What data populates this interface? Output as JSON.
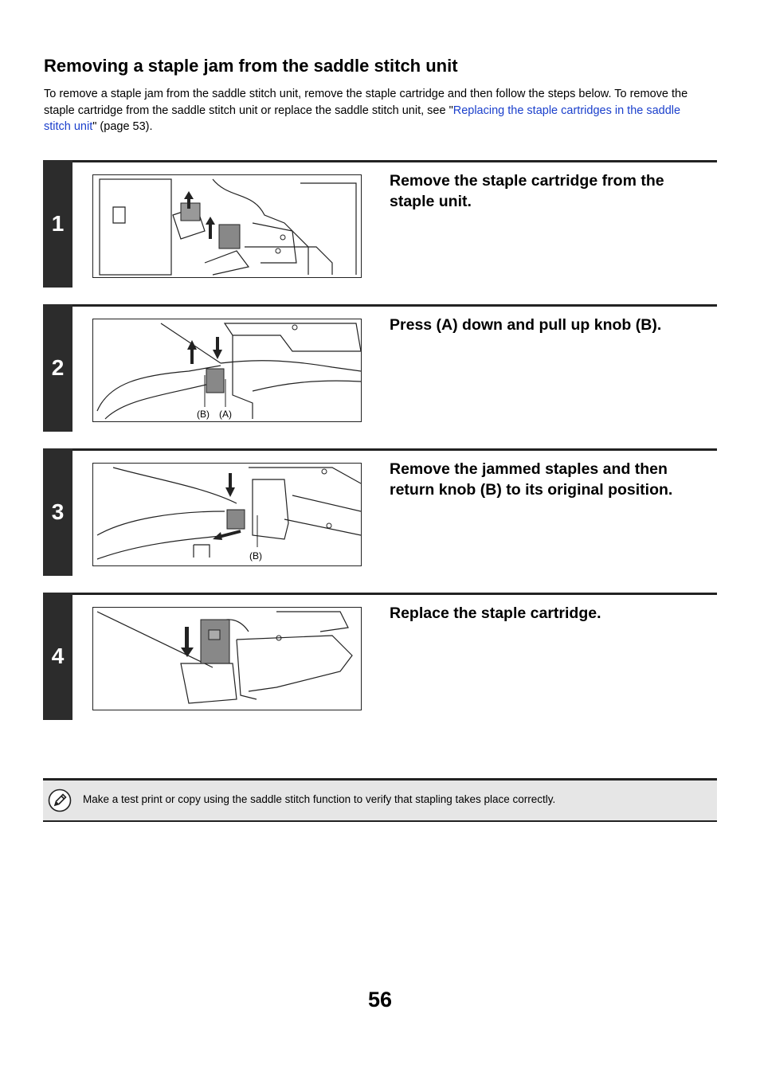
{
  "section": {
    "title": "Removing a staple jam from the saddle stitch unit",
    "intro_before": "To remove a staple jam from the saddle stitch unit, remove the staple cartridge and then follow the steps below. To remove the staple cartridge from the saddle stitch unit or replace the saddle stitch unit, see \"",
    "intro_link": "Replacing the staple cartridges in the saddle stitch unit",
    "intro_after": "\" (page 53)."
  },
  "steps": [
    {
      "number": "1",
      "instruction": "Remove the staple cartridge from the staple unit."
    },
    {
      "number": "2",
      "instruction": "Press (A) down and pull up knob (B).",
      "labels": [
        "(B)",
        "(A)"
      ]
    },
    {
      "number": "3",
      "instruction": "Remove the jammed staples and then return knob (B) to its original position.",
      "labels": [
        "(B)"
      ]
    },
    {
      "number": "4",
      "instruction": "Replace the staple cartridge."
    }
  ],
  "note": {
    "icon": "pencil-note-icon",
    "text": "Make a test print or copy using the saddle stitch function to verify that stapling takes place correctly."
  },
  "page_number": "56"
}
